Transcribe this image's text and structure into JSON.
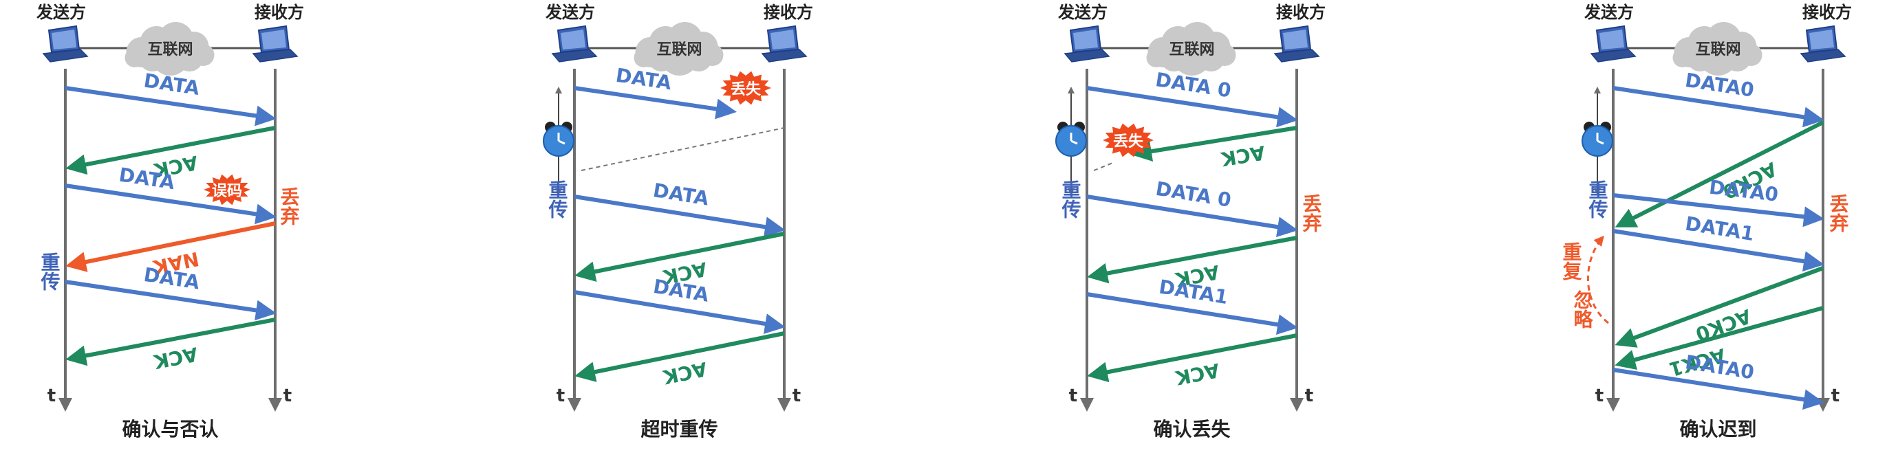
{
  "colors": {
    "data_arrow": "#4a78c8",
    "ack_arrow": "#1f8a5e",
    "nak_arrow": "#ef5a2b",
    "warn_text": "#ef5a2b",
    "retransmit_text": "#3e63b8",
    "timeline": "#6e6e6e",
    "burst": "#ef4a1e",
    "cloud": "#c9c9c9",
    "timer": "#3a86d8"
  },
  "icons": {
    "host": "laptop-icon",
    "network": "cloud-icon",
    "timer": "alarm-clock-icon",
    "burst": "burst-icon"
  },
  "panels": [
    {
      "sender_label": "发送方",
      "receiver_label": "接收方",
      "network_label": "互联网",
      "time_label": "t",
      "caption": "确认与否认",
      "arrows": [
        "DATA",
        "ACK",
        "DATA",
        "NAK",
        "DATA",
        "ACK"
      ],
      "badges": [
        "误码"
      ],
      "notes": [
        "丢弃",
        "重传"
      ]
    },
    {
      "sender_label": "发送方",
      "receiver_label": "接收方",
      "network_label": "互联网",
      "time_label": "t",
      "caption": "超时重传",
      "arrows": [
        "DATA",
        "DATA",
        "ACK",
        "DATA",
        "ACK"
      ],
      "badges": [
        "丢失"
      ],
      "notes": [
        "重传"
      ]
    },
    {
      "sender_label": "发送方",
      "receiver_label": "接收方",
      "network_label": "互联网",
      "time_label": "t",
      "caption": "确认丢失",
      "arrows": [
        "DATA 0",
        "ACK",
        "DATA 0",
        "ACK",
        "DATA1",
        "ACK"
      ],
      "badges": [
        "丢失"
      ],
      "notes": [
        "重传",
        "丢弃"
      ]
    },
    {
      "sender_label": "发送方",
      "receiver_label": "接收方",
      "network_label": "互联网",
      "time_label": "t",
      "caption": "确认迟到",
      "arrows": [
        "DATA0",
        "ACK0",
        "DATA0",
        "DATA1",
        "ACK0",
        "ACK1",
        "DATA0"
      ],
      "badges": [],
      "notes": [
        "重传",
        "丢弃",
        "重复",
        "忽略"
      ]
    }
  ]
}
